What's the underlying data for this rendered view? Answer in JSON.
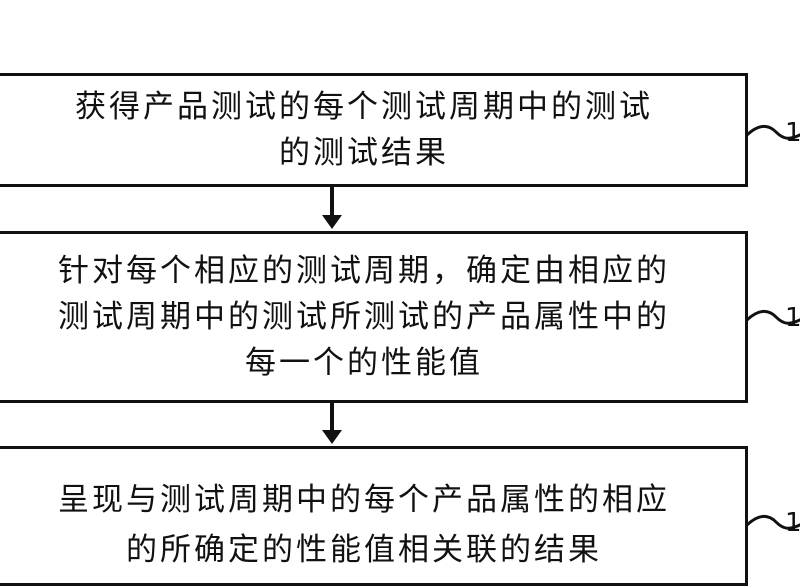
{
  "steps": [
    {
      "lines": [
        "获得产品测试的每个测试周期中的测试",
        "的测试结果"
      ],
      "ref": "1"
    },
    {
      "lines": [
        "针对每个相应的测试周期，确定由相应的",
        "测试周期中的测试所测试的产品属性中的",
        "每一个的性能值"
      ],
      "ref": "1"
    },
    {
      "lines": [
        "呈现与测试周期中的每个产品属性的相应",
        "的所确定的性能值相关联的结果"
      ],
      "ref": "1"
    }
  ]
}
